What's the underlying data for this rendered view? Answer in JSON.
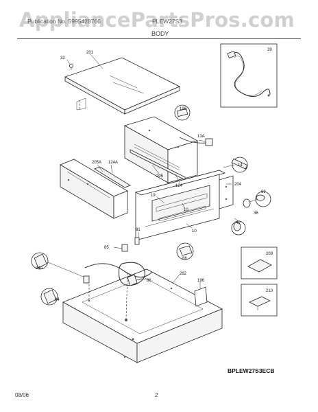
{
  "watermark": "AppliancePartsPros.com",
  "header": {
    "left": "Publication No. 5995428766",
    "right": "PLEW27S3",
    "section": "BODY"
  },
  "model_code": "BPLEW27S3ECB",
  "footer": {
    "date": "08/06",
    "page": "2"
  },
  "parts": {
    "p201": "201",
    "p32": "32",
    "p39": "39",
    "p198": "198",
    "p13a": "13A",
    "p14": "14",
    "p205a": "205A",
    "p124a": "124A",
    "p205": "205",
    "p124": "124",
    "p204": "204",
    "p69": "69",
    "p19": "19",
    "p10a": "10",
    "p10b": "10",
    "p36": "36",
    "p45": "45",
    "p81": "81",
    "p85": "85",
    "p86a": "86",
    "p86b": "86",
    "p94a": "94A",
    "p262": "262",
    "p196": "196",
    "p94": "94",
    "p209": "209",
    "p210": "210"
  },
  "colors": {
    "line": "#222222",
    "watermark": "#969696",
    "background": "#ffffff"
  }
}
